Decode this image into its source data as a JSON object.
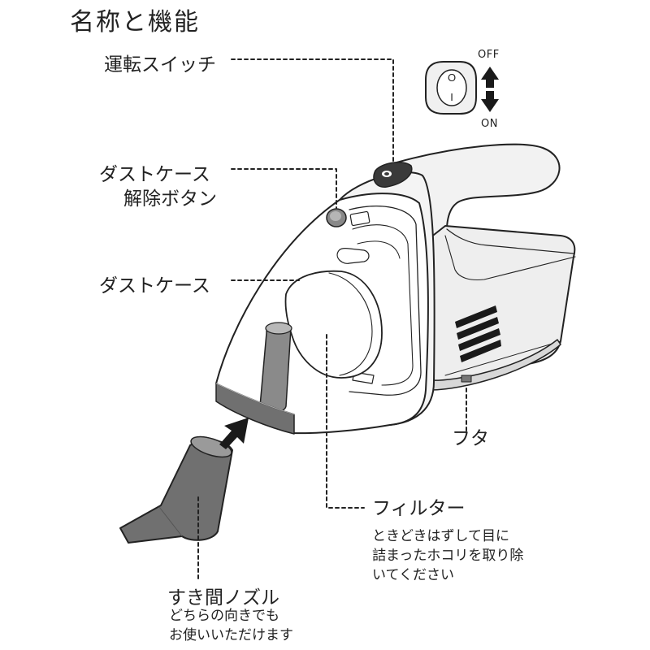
{
  "title": "名称と機能",
  "labels": {
    "power_switch": "運転スイッチ",
    "release_button_line1": "ダストケース",
    "release_button_line2": "解除ボタン",
    "dust_case": "ダストケース",
    "lid": "フタ",
    "filter": "フィルター",
    "filter_note": [
      "ときどきはずして目に",
      "詰まったホコリを取り除",
      "いてください"
    ],
    "nozzle": "すき間ノズル",
    "nozzle_note": [
      "どちらの向きでも",
      "お使いいただけます"
    ]
  },
  "switch_inset": {
    "off_label": "OFF",
    "on_label": "ON",
    "off_symbol": "O",
    "on_symbol": "I"
  },
  "colors": {
    "outline": "#222222",
    "body_fill": "#f2f2f2",
    "case_fill": "#ffffff",
    "nozzle_fill": "#707070",
    "vent_fill": "#1a1a1a"
  }
}
